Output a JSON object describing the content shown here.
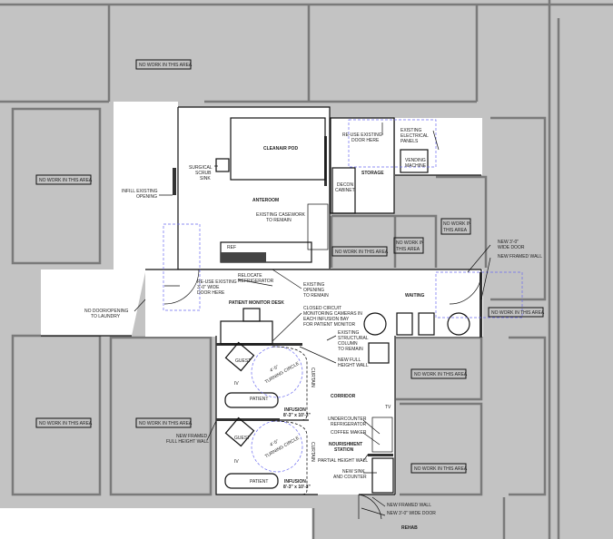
{
  "colors": {
    "existing_area": "#c3c3c3",
    "work_area": "#ffffff",
    "wall_existing": "#7a7a7a",
    "wall_new": "#111111",
    "clearance": "#6b6bf0"
  },
  "no_work_label": "NO WORK IN THIS AREA",
  "no_work_split": [
    "NO WORK IN",
    "THIS AREA"
  ],
  "rooms": {
    "cleanair_pod": "CLEANAIR POD",
    "anteroom": "ANTEROOM",
    "storage": "STORAGE",
    "waiting": "WAITING",
    "corridor": "CORRIDOR",
    "patient_monitor_desk": "PATIENT MONITOR DESK",
    "nourishment_station": [
      "NOURISHMENT",
      "STATION"
    ],
    "infusion": "INFUSION",
    "infusion_size": "8'-3\" x 10'-3\"",
    "rehab": "REHAB"
  },
  "fixtures": {
    "ref": "REF",
    "decon_cabinet": [
      "DECON",
      "CABINET"
    ],
    "vending_machine": [
      "VENDING",
      "MACHINE"
    ],
    "guest": "GUEST",
    "patient": "PATIENT",
    "iv": "IV",
    "tv": "TV",
    "curtain": "CURTAIN",
    "turning_circle": "TURNING CIRCLE",
    "turning_size": "4'-5\""
  },
  "notes": {
    "surgical_scrub_sink": [
      "SURGICAL",
      "SCRUB",
      "SINK"
    ],
    "infill_existing_opening": [
      "INFILL EXISTING",
      "OPENING"
    ],
    "existing_casework": [
      "EXISTING CASEWORK",
      "TO REMAIN"
    ],
    "reuse_door_storage": [
      "RE-USE EXISTING",
      "DOOR HERE"
    ],
    "electrical_panels": [
      "EXISTING",
      "ELECTRICAL",
      "PANELS"
    ],
    "new_wide_door_waiting": [
      "NEW 3'-0\"",
      "WIDE DOOR"
    ],
    "new_framed_wall_waiting": "NEW FRAMED WALL",
    "relocate_refrigerator": [
      "RELOCATE",
      "REFRIGERATOR"
    ],
    "reuse_door_waiting": [
      "RE-USE EXISTING",
      "3'-0\" WIDE",
      "DOOR HERE"
    ],
    "existing_opening": [
      "EXISTING",
      "OPENING",
      "TO REMAIN"
    ],
    "cctv": [
      "CLOSED CIRCUIT",
      "MONITORING CAMERAS IN",
      "EACH INFUSION BAY",
      "FOR PATIENT MONITOR"
    ],
    "laundry": [
      "NO DOOR/OPENING",
      "TO LAUNDRY"
    ],
    "structural_column": [
      "EXISTING",
      "STRUCTURAL",
      "COLUMN",
      "TO REMAIN"
    ],
    "new_full_height_wall": [
      "NEW FULL",
      "HEIGHT WALL"
    ],
    "new_framed_full_height_wall": [
      "NEW FRAMED",
      "FULL HEIGHT WALL"
    ],
    "undercounter_refrigerator": [
      "UNDERCOUNTER",
      "REFRIGERATOR"
    ],
    "coffee_maker": "COFFEE MAKER",
    "partial_height_wall": "PARTIAL HEIGHT WALL",
    "new_sink": [
      "NEW SINK",
      "AND COUNTER"
    ],
    "new_framed_wall_bottom": "NEW FRAMED WALL",
    "new_wide_door_bottom": "NEW 3'-0\" WIDE DOOR"
  }
}
